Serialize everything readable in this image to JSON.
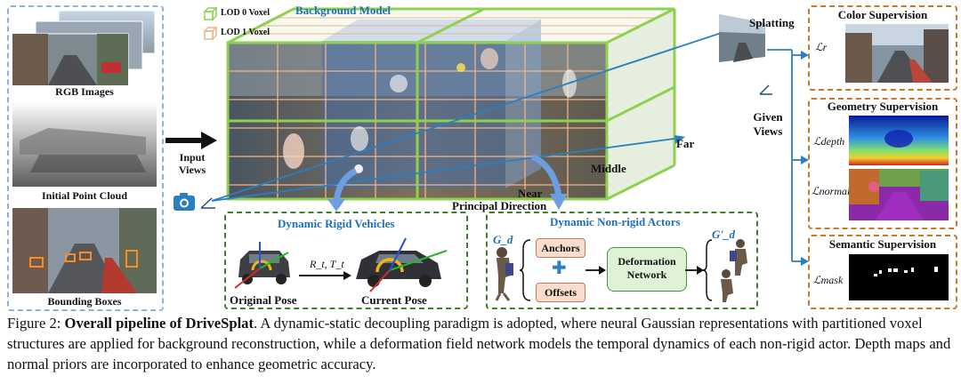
{
  "colors": {
    "blue_accent": "#1f6fb5",
    "green_dash": "#3f7f2a",
    "orange_dash": "#c8782a",
    "input_panel_dash": "#8fb0e0",
    "lod0_green": "#8fd14f",
    "lod1_orange": "#f2b489"
  },
  "inputs": {
    "rgb_label": "RGB Images",
    "pointcloud_label": "Initial Point Cloud",
    "bbox_label": "Bounding Boxes",
    "input_views": "Input\nViews"
  },
  "background": {
    "title": "Background Model",
    "lod0": "LOD 0 Voxel",
    "lod1": "LOD 1 Voxel",
    "near": "Near",
    "middle": "Middle",
    "far": "Far",
    "principal": "Principal Direction"
  },
  "rigid": {
    "title": "Dynamic Rigid Vehicles",
    "transform": "R_t, T_t",
    "original": "Original Pose",
    "current": "Current Pose"
  },
  "nonrigid": {
    "title": "Dynamic Non-rigid Actors",
    "gd": "G_d",
    "gd_prime": "G'_d",
    "anchors": "Anchors",
    "plus": "✚",
    "offsets": "Offsets",
    "network": "Deformation\nNetwork"
  },
  "render": {
    "splatting": "Splatting",
    "given_views": "Given\nViews"
  },
  "supervision": {
    "color_title": "Color Supervision",
    "color_loss": "ℒr",
    "geo_title": "Geometry Supervision",
    "depth_loss": "ℒdepth",
    "normal_loss": "ℒnormal",
    "sem_title": "Semantic Supervision",
    "mask_loss": "ℒmask"
  },
  "caption": {
    "prefix": "Figure 2: ",
    "bold": "Overall pipeline of DriveSplat",
    "rest": ". A dynamic-static decoupling paradigm is adopted, where neural Gaussian representations with partitioned voxel structures are applied for background reconstruction, while a deformation field network models the temporal dynamics of each non-rigid actor. Depth maps and normal priors are incorporated to enhance geometric accuracy."
  }
}
